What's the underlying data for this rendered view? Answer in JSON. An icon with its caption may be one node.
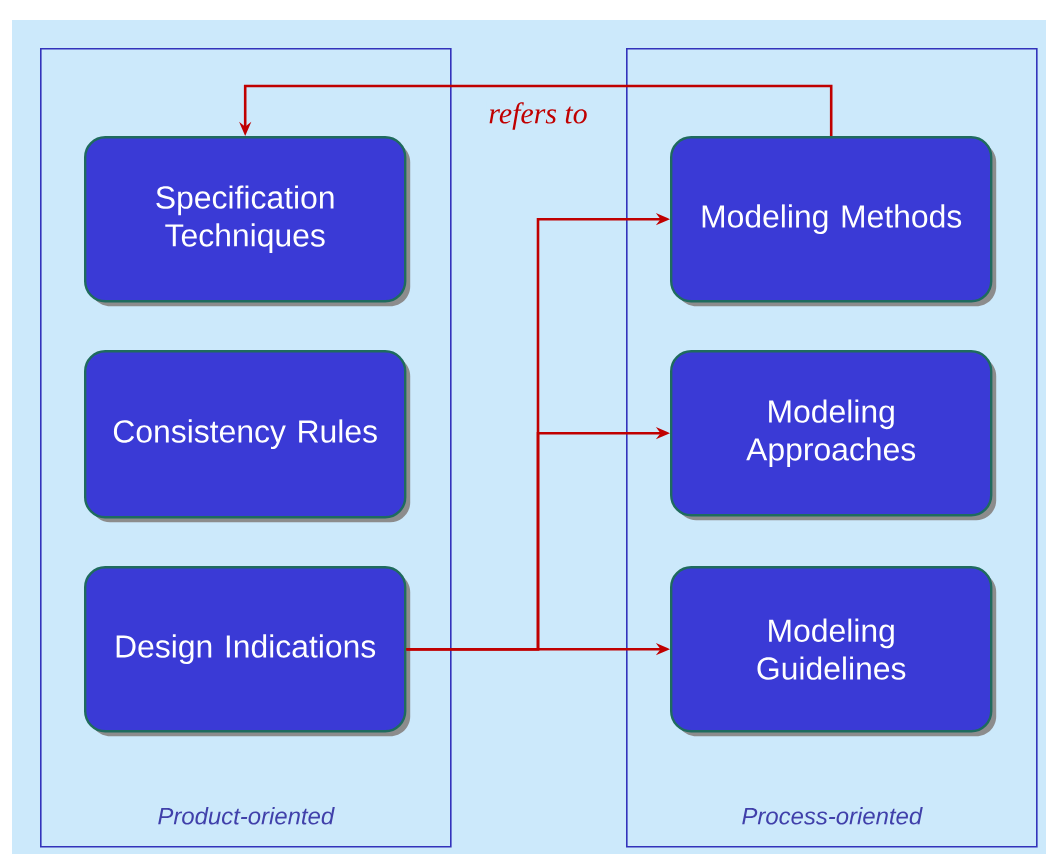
{
  "diagram": {
    "nodes": [
      {
        "text": [
          "Product-oriented"
        ]
      },
      {
        "text": [
          "Specification Techniques"
        ],
        "in": 0
      },
      {
        "text": [
          "Consistency Rules"
        ],
        "in": 0
      },
      {
        "text": [
          "Design Indications"
        ],
        "in": 0
      },
      {
        "text": [
          "Process-oriented"
        ]
      },
      {
        "text": [
          "Modeling Methods"
        ],
        "in": 4
      },
      {
        "text": [
          "Modeling Approaches"
        ],
        "in": 4
      },
      {
        "text": [
          "Modeling Guidelines"
        ],
        "in": 4
      }
    ],
    "edges": [
      {
        "from": 5,
        "to": 1,
        "arrow": "to",
        "label": "refers to"
      },
      {
        "from": 3,
        "to": 5,
        "arrow": "to"
      },
      {
        "from": 3,
        "to": 6,
        "arrow": "to"
      },
      {
        "from": 3,
        "to": 7,
        "arrow": "to"
      }
    ]
  }
}
